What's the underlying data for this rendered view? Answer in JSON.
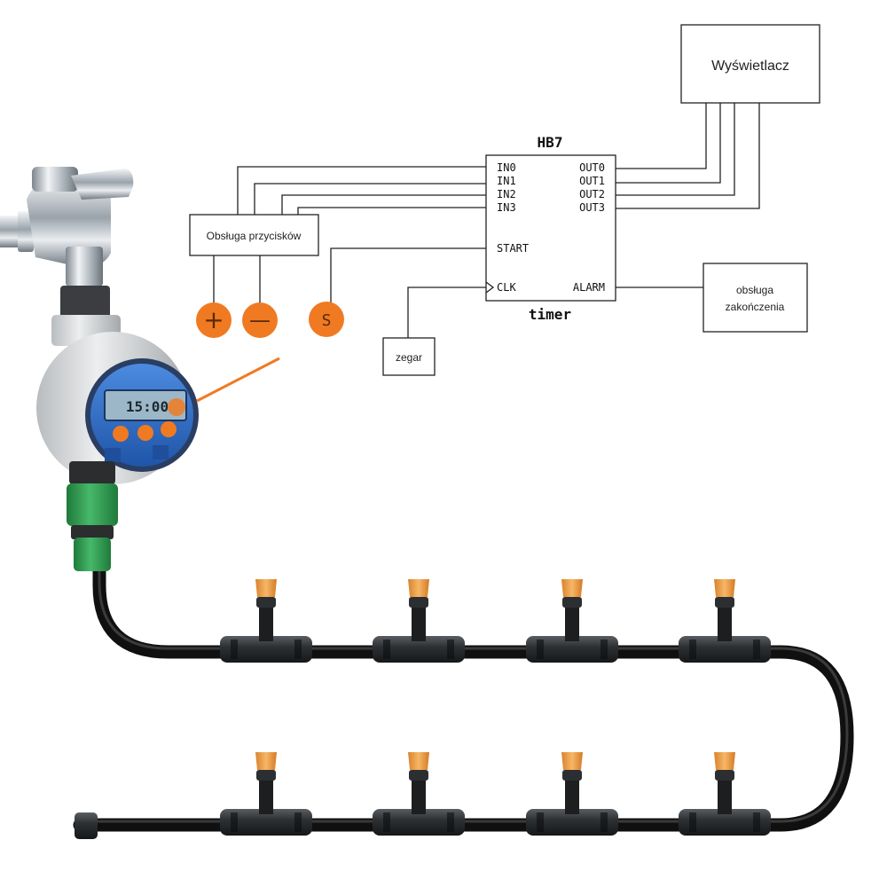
{
  "colors": {
    "orange": "#F07A22",
    "line": "#222222",
    "hose": "#101010",
    "drip_orange": "#F2A24A",
    "timer_blue": "#2F6FC6",
    "lcd": "#9CB8C8",
    "green": "#2E9B4E"
  },
  "icons": [
    "faucet-icon",
    "water-timer-icon",
    "dripper-icon",
    "hose-connector-icon"
  ],
  "chip": {
    "name": "HB7",
    "subtitle": "timer",
    "inputs": [
      "IN0",
      "IN1",
      "IN2",
      "IN3"
    ],
    "outputs": [
      "OUT0",
      "OUT1",
      "OUT2",
      "OUT3"
    ],
    "start": "START",
    "clk": "CLK",
    "alarm": "ALARM"
  },
  "blocks": {
    "display": "Wyświetlacz",
    "buttons": "Obsługa przycisków",
    "clock": "zegar",
    "end_handler_line1": "obsługa",
    "end_handler_line2": "zakończenia"
  },
  "button_icons": {
    "plus": "+",
    "minus": "—",
    "start": "S"
  },
  "timer_display": {
    "time": "15:00"
  }
}
